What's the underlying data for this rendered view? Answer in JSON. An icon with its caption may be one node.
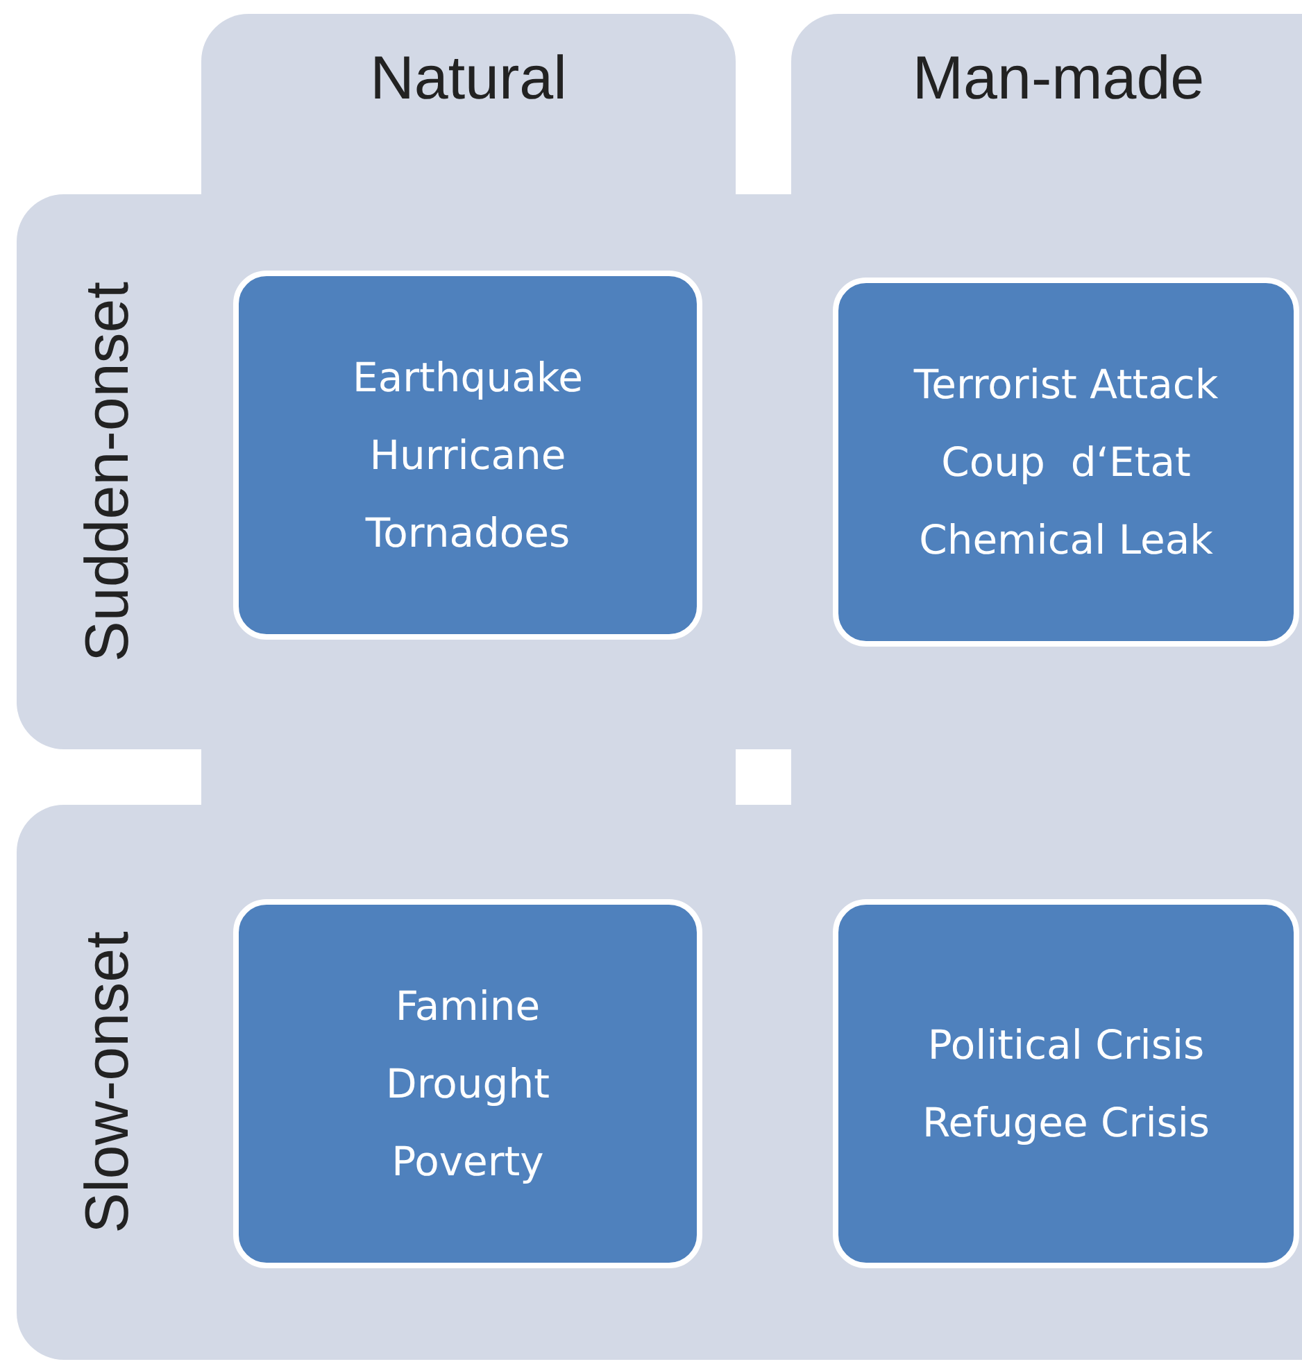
{
  "diagram": {
    "nodes": [
      {
        "text": [
          "Natural"
        ]
      },
      {
        "text": [
          "Man-made"
        ]
      },
      {
        "text": [
          "Sudden-onset"
        ]
      },
      {
        "text": [
          "Earthquake",
          "Hurricane",
          "Tornadoes"
        ],
        "in": 2
      },
      {
        "text": [
          "Terrorist Attack",
          "Coup  d‘Etat",
          "Chemical Leak"
        ],
        "in": 2
      },
      {
        "text": [
          "Slow-onset"
        ]
      },
      {
        "text": [
          "Famine",
          "Drought",
          "Poverty"
        ],
        "in": 5
      },
      {
        "text": [
          "Political Crisis",
          "Refugee Crisis"
        ],
        "in": 5
      }
    ],
    "edges": []
  }
}
